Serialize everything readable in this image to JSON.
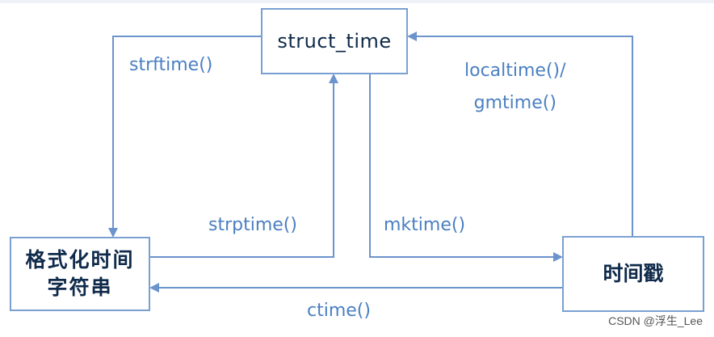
{
  "nodes": {
    "struct_time": "struct_time",
    "formatted_string": "格式化时间字符串",
    "timestamp": "时间戳"
  },
  "edges": {
    "strftime": "strftime()",
    "localtime_line1": "localtime()/",
    "localtime_line2": "gmtime()",
    "strptime": "strptime()",
    "mktime": "mktime()",
    "ctime": "ctime()"
  },
  "colors": {
    "arrow": "#6b93cc",
    "box_border": "#7aa0d2",
    "label": "#4a7fc1",
    "box_text": "#0f2a4a"
  },
  "watermark": "CSDN @浮生_Lee"
}
